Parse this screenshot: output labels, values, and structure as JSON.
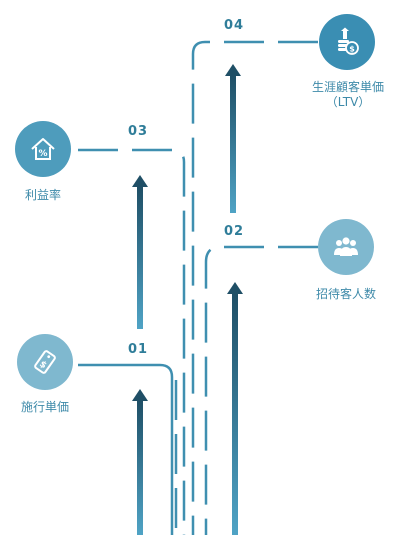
{
  "items": [
    {
      "id": "01",
      "label": "施行単価"
    },
    {
      "id": "02",
      "label": "招待客人数"
    },
    {
      "id": "03",
      "label": "利益率"
    },
    {
      "id": "04",
      "label_line1": "生涯顧客単価",
      "label_line2": "（LTV）"
    }
  ],
  "colors": {
    "circle_light": "#7fb8cf",
    "circle_mid": "#4e9cbc",
    "circle_dark": "#3a8eb3",
    "line": "#3f8fb0",
    "arrow_top": "#1f4f66",
    "arrow_bottom": "#4fa3c5"
  },
  "icons": {
    "item1": "price-tag-icon",
    "item2": "people-group-icon",
    "item3": "percent-house-icon",
    "item4": "coin-growth-icon"
  }
}
